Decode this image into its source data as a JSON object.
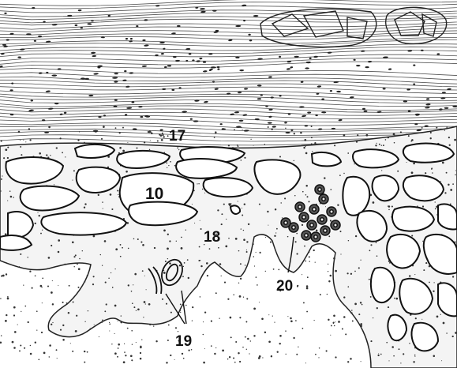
{
  "figure": {
    "labels": {
      "l10": "10",
      "l17": "17",
      "l18": "18",
      "l19": "19",
      "l20": "20"
    }
  }
}
